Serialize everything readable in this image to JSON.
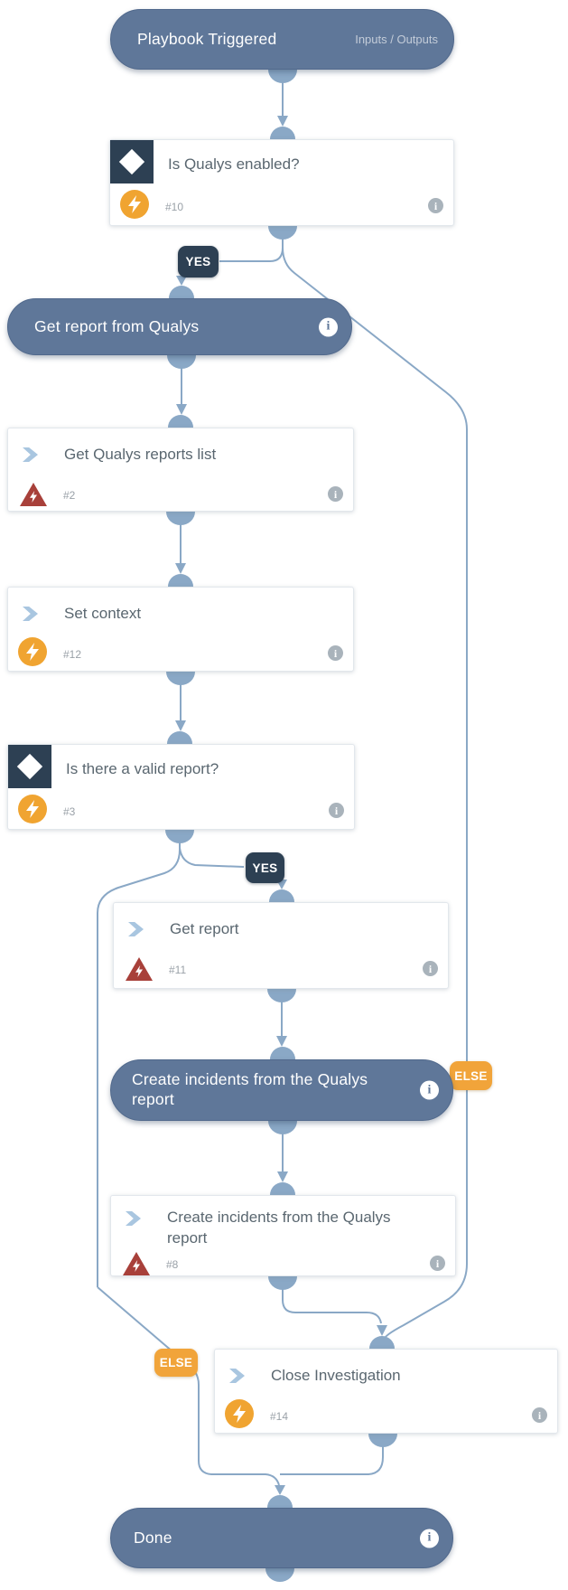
{
  "nodes": {
    "playbook_triggered": {
      "title": "Playbook Triggered",
      "right_label": "Inputs / Outputs"
    },
    "is_qualys_enabled": {
      "title": "Is Qualys enabled?",
      "task_id": "#10"
    },
    "get_report_from_qualys": {
      "title": "Get report from Qualys"
    },
    "get_qualys_reports_list": {
      "title": "Get Qualys reports list",
      "task_id": "#2"
    },
    "set_context": {
      "title": "Set context",
      "task_id": "#12"
    },
    "is_there_a_valid_report": {
      "title": "Is there a valid report?",
      "task_id": "#3"
    },
    "get_report": {
      "title": "Get report",
      "task_id": "#11"
    },
    "create_incidents_playbook": {
      "title": "Create incidents from the Qualys report"
    },
    "create_incidents_task": {
      "title": "Create incidents from the Qualys report",
      "task_id": "#8"
    },
    "close_investigation": {
      "title": "Close Investigation",
      "task_id": "#14"
    },
    "done": {
      "title": "Done"
    }
  },
  "badges": {
    "yes_1": "YES",
    "yes_2": "YES",
    "else_1": "ELSE",
    "else_2": "ELSE"
  },
  "icons": {
    "condition": "diamond-icon",
    "task": "chevron-right-icon",
    "automation": "lightning-circle-icon",
    "error": "lightning-triangle-icon",
    "info": "info-icon"
  },
  "colors": {
    "pill_blue": "#5f7799",
    "navy": "#2d4053",
    "orange": "#f0a431",
    "red": "#a8403a",
    "connector_blue": "#8aa8c6",
    "chevron_blue": "#a9c6e0",
    "title_gray": "#5a6770",
    "muted_gray": "#9aa1a8"
  }
}
